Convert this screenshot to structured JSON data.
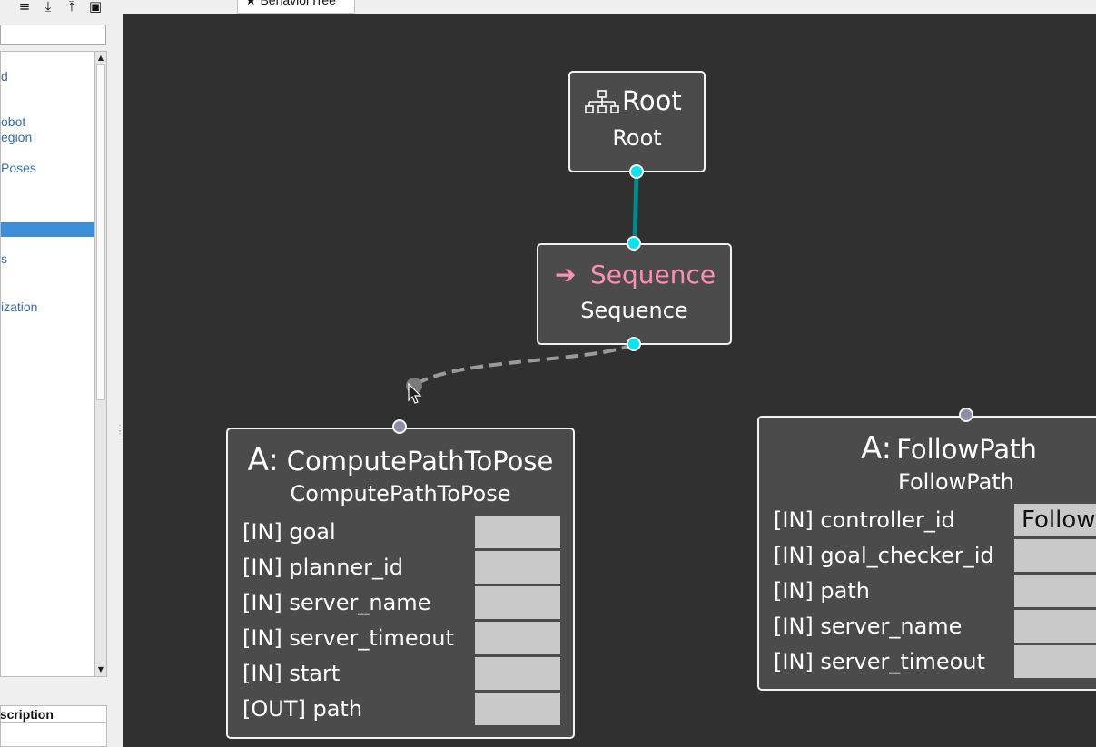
{
  "toolbar": {
    "icons": [
      "add-list-icon",
      "download-icon",
      "upload-icon",
      "save-icon"
    ],
    "glyphs": [
      "≡",
      "⤓",
      "⤒",
      "▣"
    ]
  },
  "sidebar": {
    "items": [
      "d",
      "obot",
      "egion",
      "Poses",
      "s",
      "ization"
    ],
    "description_label": "escription"
  },
  "tab": {
    "label": "★ BehaviorTree"
  },
  "colors": {
    "canvas": "#303030",
    "node_fill": "#4b4b4b",
    "sequence_accent": "#ff8fb4",
    "edge_connected": "#00898a",
    "edge_pending": "#9a9a9a",
    "port_connected": "#10e0ee",
    "port_free": "#8d8ea6"
  },
  "nodes": {
    "root": {
      "icon": "tree-structure-icon",
      "title": "Root",
      "name": "Root"
    },
    "sequence": {
      "icon": "arrow-right-icon",
      "glyph": "➔",
      "title": "Sequence",
      "name": "Sequence"
    },
    "compute": {
      "prefix": "A:",
      "title": "ComputePathToPose",
      "name": "ComputePathToPose",
      "ports": [
        {
          "label": "[IN] goal",
          "value": ""
        },
        {
          "label": "[IN] planner_id",
          "value": ""
        },
        {
          "label": "[IN] server_name",
          "value": ""
        },
        {
          "label": "[IN] server_timeout",
          "value": ""
        },
        {
          "label": "[IN] start",
          "value": ""
        },
        {
          "label": "[OUT] path",
          "value": ""
        }
      ]
    },
    "follow": {
      "prefix": "A:",
      "title": "FollowPath",
      "name": "FollowPath",
      "ports": [
        {
          "label": "[IN] controller_id",
          "value": "Follow"
        },
        {
          "label": "[IN] goal_checker_id",
          "value": ""
        },
        {
          "label": "[IN] path",
          "value": ""
        },
        {
          "label": "[IN] server_name",
          "value": ""
        },
        {
          "label": "[IN] server_timeout",
          "value": ""
        }
      ]
    }
  }
}
